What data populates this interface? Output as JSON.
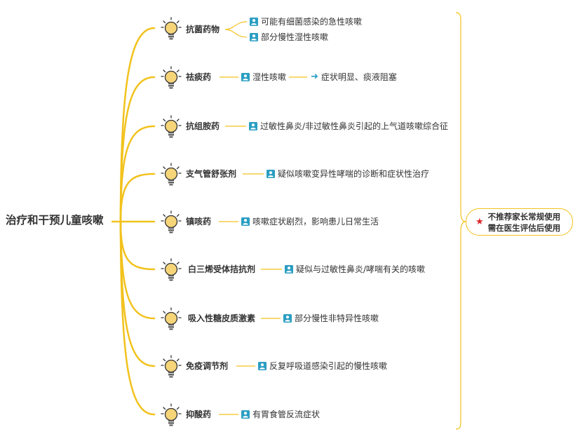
{
  "diagram": {
    "root": "治疗和干预儿童咳嗽",
    "branches": [
      {
        "topic": "抗菌药物",
        "leaves": [
          "可能有细菌感染的急性咳嗽",
          "部分慢性湿性咳嗽"
        ]
      },
      {
        "topic": "祛痰药",
        "leaves": [
          "湿性咳嗽"
        ],
        "followup": "症状明显、痰液阻塞"
      },
      {
        "topic": "抗组胺药",
        "leaves": [
          "过敏性鼻炎/非过敏性鼻炎引起的上气道咳嗽综合征"
        ]
      },
      {
        "topic": "支气管舒张剂",
        "leaves": [
          "疑似咳嗽变异性哮喘的诊断和症状性治疗"
        ]
      },
      {
        "topic": "镇咳药",
        "leaves": [
          "咳嗽症状剧烈，影响患儿日常生活"
        ]
      },
      {
        "topic": "白三烯受体拮抗剂",
        "leaves": [
          "疑似与过敏性鼻炎/哮喘有关的咳嗽"
        ]
      },
      {
        "topic": "吸入性糖皮质激素",
        "leaves": [
          "部分慢性非特异性咳嗽"
        ]
      },
      {
        "topic": "免疫调节剂",
        "leaves": [
          "反复呼吸道感染引起的慢性咳嗽"
        ]
      },
      {
        "topic": "抑酸药",
        "leaves": [
          "有胃食管反流症状"
        ]
      }
    ],
    "summary": {
      "line1": "不推荐家长常规使用",
      "line2": "需在医生评估后使用"
    },
    "icons": {
      "topic": "lightbulb-icon",
      "leaf": "person-icon",
      "followup": "arrow-right-icon",
      "summary": "star-icon"
    },
    "colors": {
      "branch": "#f2c21d",
      "bulb": "#f6d579",
      "person": "#2a9ec2",
      "star": "#d9262b"
    }
  }
}
